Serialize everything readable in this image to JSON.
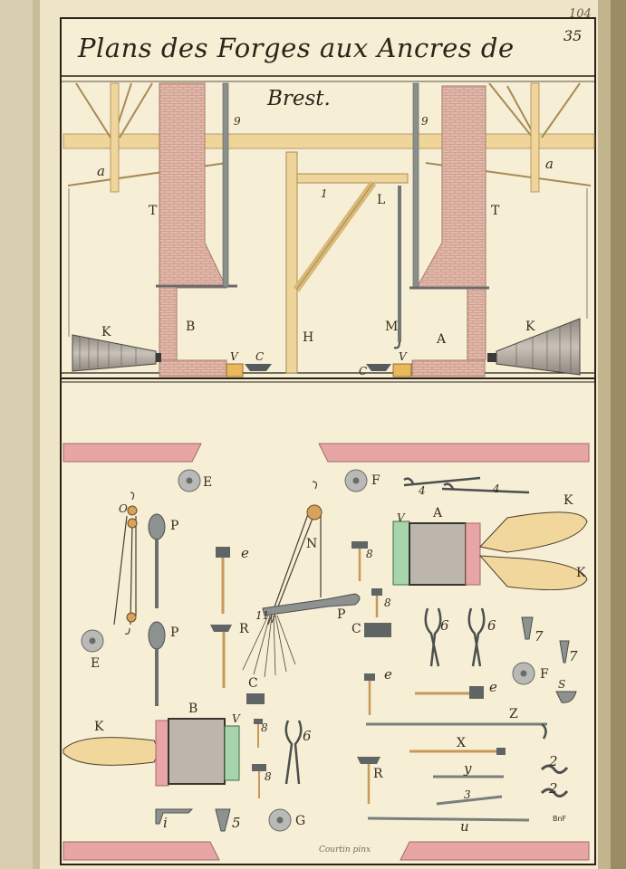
{
  "page": {
    "page_number": "104",
    "plate_number": "35",
    "title": "Plans des Forges aux Ancres de",
    "subtitle": "Brest.",
    "signature": "Courtin pinx",
    "stamp": "BnF"
  },
  "labels": {
    "a_left": "a",
    "a_right": "a",
    "t_left": "T",
    "t_right": "T",
    "nine_left": "9",
    "nine_right": "9",
    "one": "1",
    "l": "L",
    "k_left": "K",
    "k_right": "K",
    "b": "B",
    "h": "H",
    "m": "M",
    "a_upper": "A",
    "v_left": "V",
    "c_left": "C",
    "c_right": "C",
    "v_right": "V",
    "e1": "E",
    "f1": "F",
    "o": "O",
    "p1": "P",
    "p2": "P",
    "e_h1": "e",
    "n": "N",
    "eight1": "8",
    "eight2": "8",
    "eleven": "11",
    "p_lever": "P",
    "r1": "R",
    "c_mid1": "C",
    "c_mid2": "C",
    "e2": "E",
    "four1": "4",
    "four2": "4",
    "v_furnace": "V",
    "a_furnace": "A",
    "k_b1": "K",
    "k_b2": "K",
    "six1": "6",
    "six2": "6",
    "seven1": "7",
    "seven2": "7",
    "e_h2": "e",
    "f2": "F",
    "s": "S",
    "e3": "e",
    "z": "Z",
    "k_b3": "K",
    "b_furnace": "B",
    "v_furnace2": "V",
    "eight3": "8",
    "six3": "6",
    "eight4": "8",
    "x": "X",
    "y": "y",
    "r2": "R",
    "two1": "2",
    "three": "3",
    "two2": "2",
    "i": "i",
    "five": "5",
    "g": "G",
    "u": "u"
  }
}
